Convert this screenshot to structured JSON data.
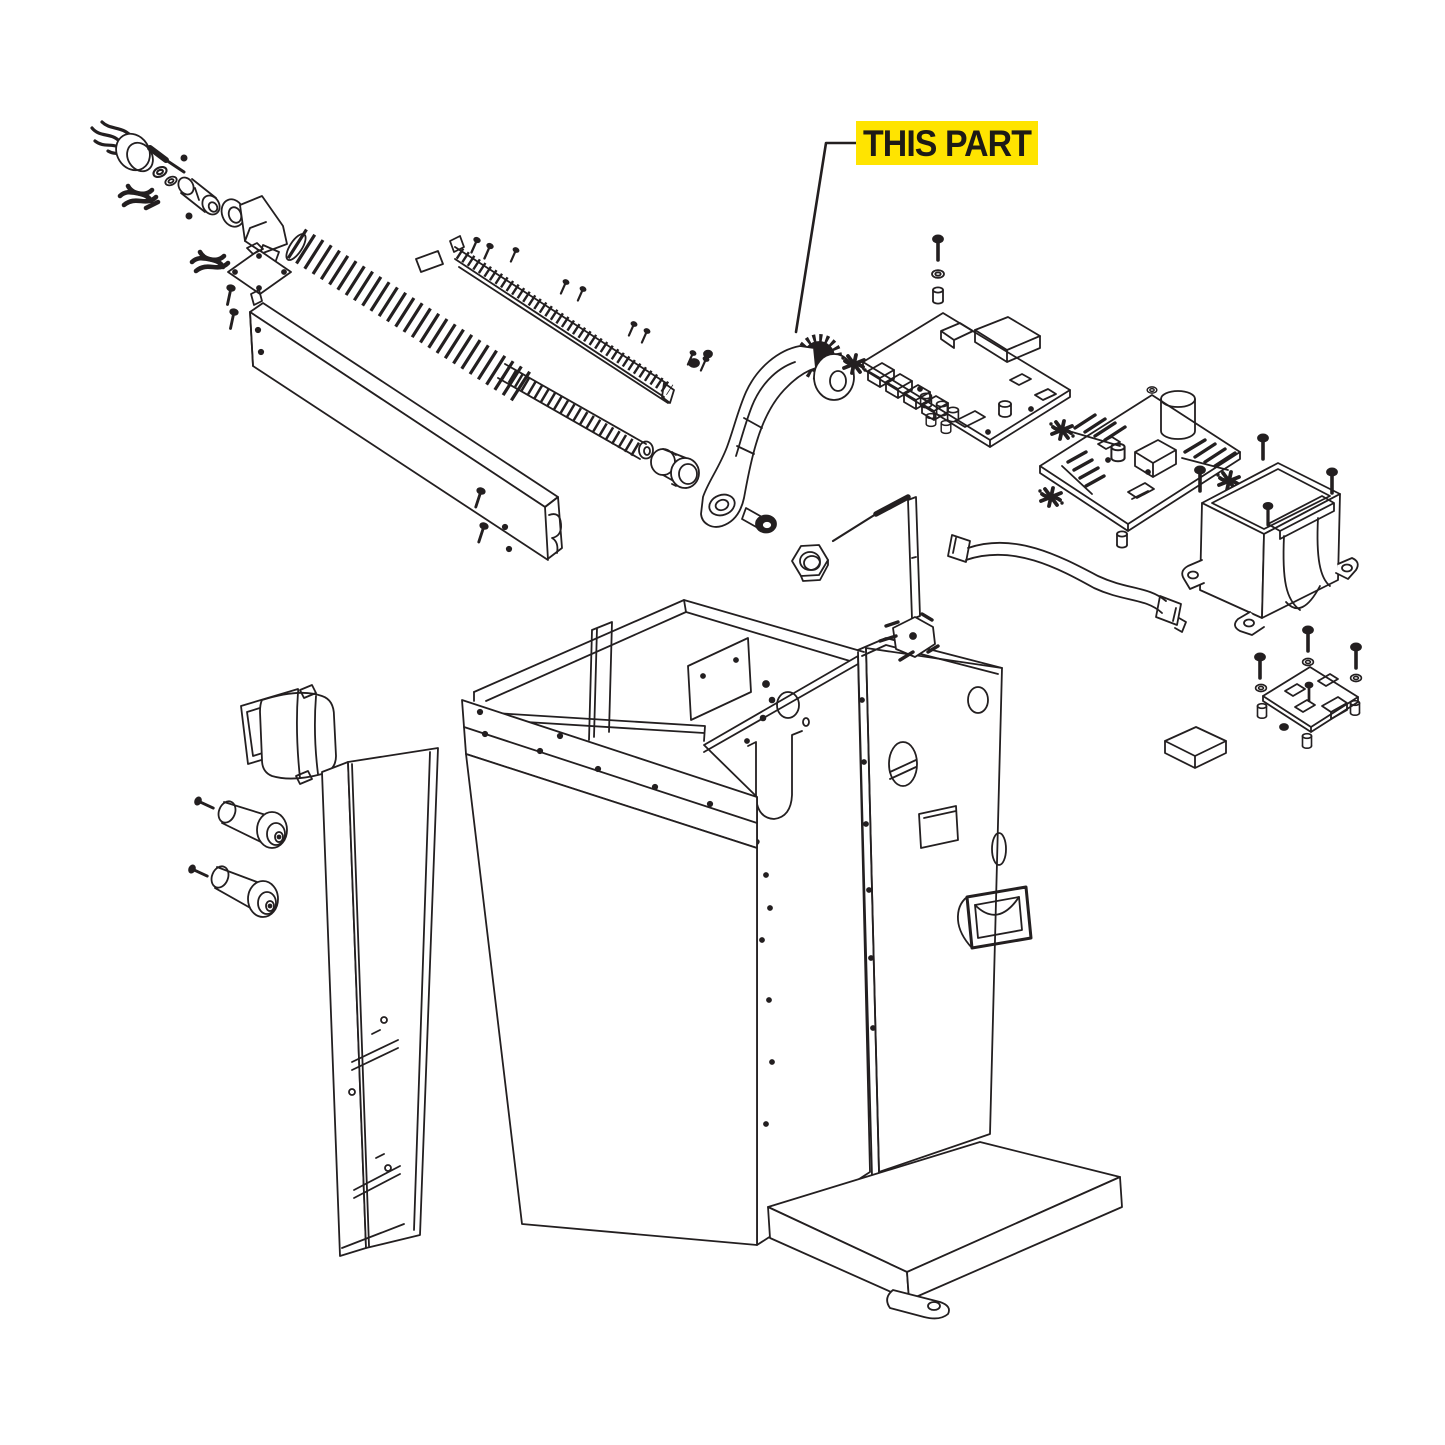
{
  "callout": {
    "label": "THIS PART",
    "highlight_color": "#FFE400",
    "text_color": "#1D1A16"
  },
  "diagram": {
    "description": "Exploded parts diagram of a gate operator unit with one highlighted component",
    "background_color": "#FFFFFF",
    "line_color": "#231F20",
    "parts": [
      "motor-with-leads",
      "wire-harness",
      "shaft-coupler",
      "pivot-bracket",
      "limit-switch-board",
      "compression-spring",
      "drive-screw-shaft",
      "toothed-rack-rail",
      "cover-plate",
      "channel-beam",
      "highlighted-swing-arm",
      "arm-bushing",
      "arm-bolt",
      "hex-nut",
      "whip-antenna",
      "main-control-board",
      "power-board",
      "transformer",
      "ribbon-cable",
      "accessory-board",
      "foam-block",
      "chassis-cabinet",
      "base-plate",
      "mounting-foot",
      "outlet-module",
      "idler-roller",
      "idler-roller",
      "tall-side-cover",
      "assorted-screws-washers-spacers"
    ]
  }
}
